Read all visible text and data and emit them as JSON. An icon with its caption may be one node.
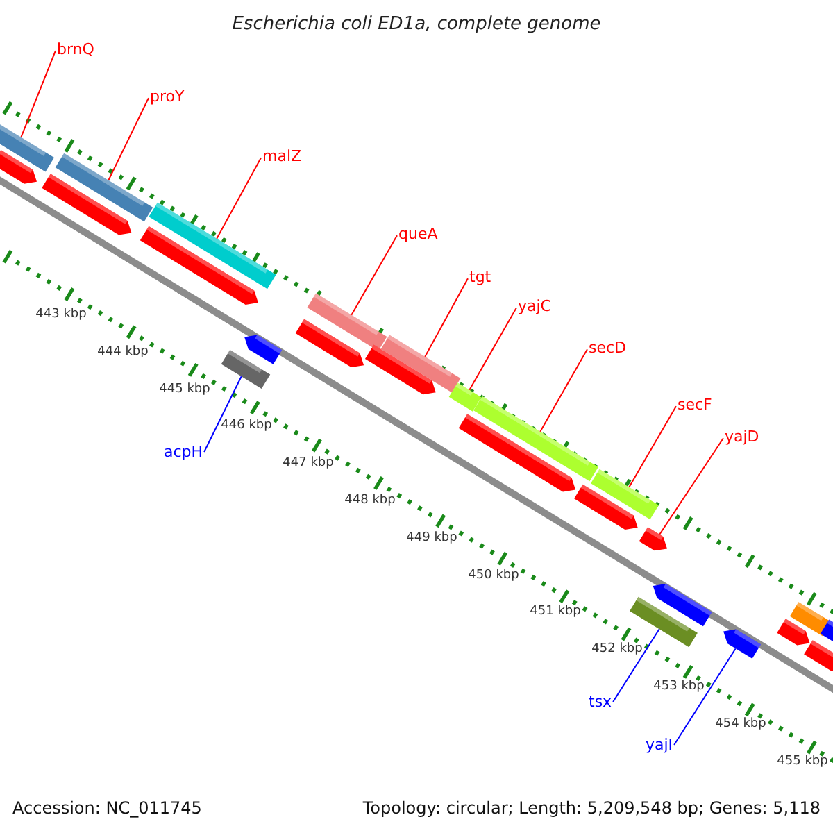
{
  "diagram": {
    "title": "Escherichia coli ED1a, complete genome",
    "nodes": [
      {
        "text": [
          "brnQ"
        ]
      },
      {
        "text": [
          "proY"
        ]
      },
      {
        "text": [
          "malZ"
        ]
      },
      {
        "text": [
          "queA"
        ]
      },
      {
        "text": [
          "tgt"
        ]
      },
      {
        "text": [
          "yajC"
        ]
      },
      {
        "text": [
          "secD"
        ]
      },
      {
        "text": [
          "secF"
        ]
      },
      {
        "text": [
          "yajD"
        ]
      },
      {
        "text": [
          "acpH"
        ]
      },
      {
        "text": [
          "tsx"
        ]
      },
      {
        "text": [
          "yajI"
        ]
      },
      {
        "text": [],
        "shape": "bar"
      },
      {
        "text": [],
        "shape": "bar"
      },
      {
        "text": [],
        "shape": "bar"
      },
      {
        "text": [],
        "shape": "bar"
      },
      {
        "text": [],
        "shape": "bar"
      },
      {
        "text": [],
        "shape": "bar"
      },
      {
        "text": [],
        "shape": "bar"
      },
      {
        "text": [],
        "shape": "bar"
      },
      {
        "text": [],
        "shape": "bar"
      },
      {
        "text": [],
        "shape": "bar"
      },
      {
        "text": [],
        "shape": "bar"
      },
      {
        "text": [],
        "shape": "bar"
      },
      {
        "text": [],
        "shape": "bar"
      },
      {
        "text": [],
        "shape": "bar"
      },
      {
        "text": [],
        "shape": "bar"
      },
      {
        "text": [],
        "shape": "bar"
      },
      {
        "text": [],
        "shape": "bar"
      },
      {
        "text": [],
        "shape": "bar"
      },
      {
        "text": [],
        "shape": "bar"
      },
      {
        "text": [],
        "shape": "bar"
      },
      {
        "text": [],
        "shape": "bar"
      },
      {
        "text": [],
        "shape": "bar"
      },
      {
        "text": [],
        "shape": "bar"
      },
      {
        "text": [],
        "shape": "bar"
      },
      {
        "text": [],
        "shape": "bar"
      }
    ],
    "edges": [
      {
        "from": 0,
        "to": 12,
        "arrow": "none"
      },
      {
        "from": 1,
        "to": 15,
        "arrow": "none"
      },
      {
        "from": 2,
        "to": 17,
        "arrow": "none"
      },
      {
        "from": 3,
        "to": 21,
        "arrow": "none"
      },
      {
        "from": 4,
        "to": 23,
        "arrow": "none"
      },
      {
        "from": 5,
        "to": 24,
        "arrow": "none"
      },
      {
        "from": 6,
        "to": 26,
        "arrow": "none"
      },
      {
        "from": 7,
        "to": 28,
        "arrow": "none"
      },
      {
        "from": 8,
        "to": 29,
        "arrow": "none"
      },
      {
        "from": 9,
        "to": 18,
        "arrow": "none",
        "color": "#0000ff"
      },
      {
        "from": 10,
        "to": 30,
        "arrow": "none",
        "color": "#0000ff"
      },
      {
        "from": 11,
        "to": 32,
        "arrow": "none",
        "color": "#0000ff"
      }
    ],
    "labels": [
      "443 kbp",
      "444 kbp",
      "445 kbp",
      "446 kbp",
      "447 kbp",
      "448 kbp",
      "449 kbp",
      "450 kbp",
      "451 kbp",
      "452 kbp",
      "453 kbp",
      "454 kbp",
      "455 kbp",
      "Accession: NC_011745",
      "Topology: circular; Length: 5,209,548 bp; Genes: 5,118"
    ]
  }
}
